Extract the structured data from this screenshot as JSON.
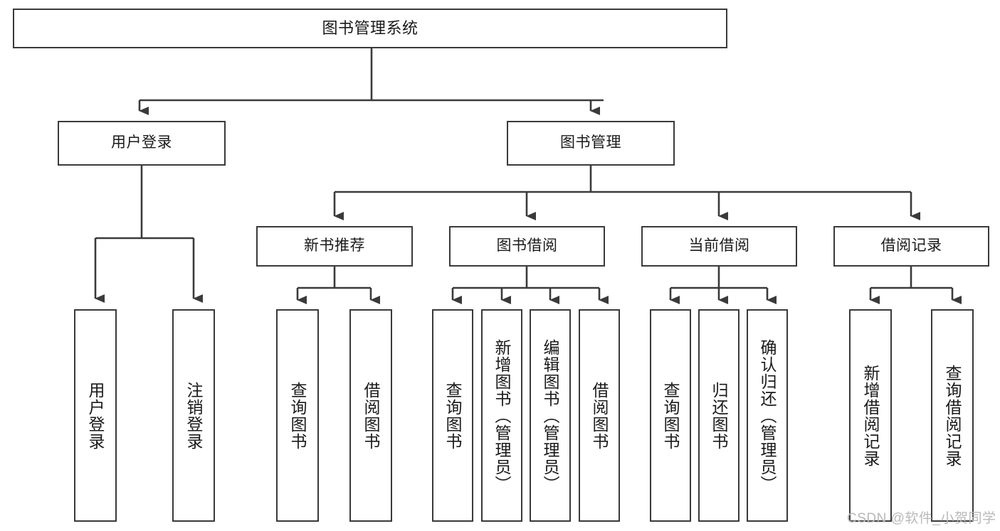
{
  "diagram": {
    "title": "图书管理系统",
    "type": "tree-hierarchy",
    "root": {
      "label": "图书管理系统"
    },
    "level2": [
      {
        "label": "用户登录"
      },
      {
        "label": "图书管理"
      }
    ],
    "level3": [
      {
        "label": "新书推荐"
      },
      {
        "label": "图书借阅"
      },
      {
        "label": "当前借阅"
      },
      {
        "label": "借阅记录"
      }
    ],
    "leaves": {
      "user_login": [
        {
          "label": "用户登录"
        },
        {
          "label": "注销登录"
        }
      ],
      "new_book_recommend": [
        {
          "label": "查询图书"
        },
        {
          "label": "借阅图书"
        }
      ],
      "book_borrow": [
        {
          "label": "查询图书"
        },
        {
          "label": "新增图书（管理员）"
        },
        {
          "label": "编辑图书（管理员）"
        },
        {
          "label": "借阅图书"
        }
      ],
      "current_borrow": [
        {
          "label": "查询图书"
        },
        {
          "label": "归还图书"
        },
        {
          "label": "确认归还（管理员）"
        }
      ],
      "borrow_record": [
        {
          "label": "新增借阅记录"
        },
        {
          "label": "查询借阅记录"
        }
      ]
    }
  },
  "watermark": {
    "text": "CSDN @软件_小贺同学"
  },
  "colors": {
    "stroke": "#3a3a3a",
    "background": "#ffffff",
    "text": "#1a1a1a",
    "watermark": "#b8b8b8"
  }
}
